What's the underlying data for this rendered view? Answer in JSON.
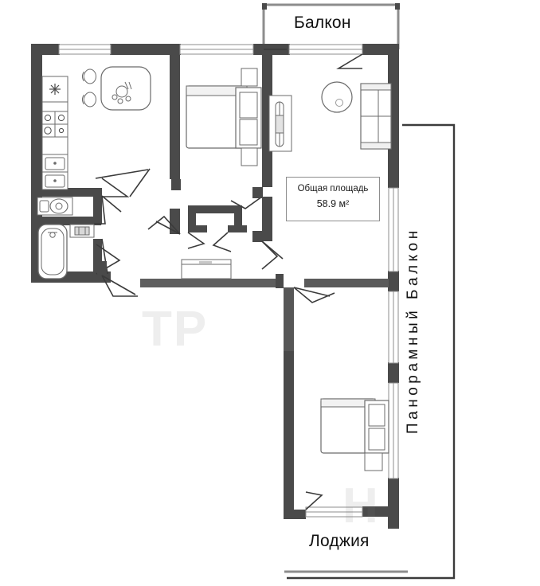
{
  "plan": {
    "type": "apartment-floor-plan",
    "total_area_caption": "Общая площадь",
    "total_area_value": "58.9 м²",
    "labels": {
      "balcony_top": "Балкон",
      "panoramic_balcony": "Панорамный  Балкон",
      "loggia": "Лоджия"
    },
    "watermark": {
      "text_1": "ТР",
      "text_2": "Н"
    },
    "colors": {
      "wall": "#4a4a4a",
      "wall_light": "#6f6f6f",
      "outline": "#8d8d8d",
      "furniture_stroke": "#6b6b6b",
      "furniture_fill": "#ffffff",
      "background": "#ffffff",
      "text": "#111111"
    },
    "rooms": [
      {
        "name": "kitchen",
        "label": "",
        "fixtures": [
          "refrigerator",
          "counter",
          "stove-4-burner",
          "counter",
          "sink",
          "sink",
          "dining-table",
          "chair",
          "chair"
        ]
      },
      {
        "name": "bedroom-main",
        "label": "",
        "fixtures": [
          "double-bed",
          "nightstand",
          "nightstand",
          "wardrobe",
          "radiator"
        ]
      },
      {
        "name": "living-room",
        "label": "",
        "fixtures": [
          "round-table",
          "sofa"
        ]
      },
      {
        "name": "toilet",
        "label": "",
        "fixtures": [
          "toilet"
        ]
      },
      {
        "name": "bathroom",
        "label": "",
        "fixtures": [
          "bathtub",
          "washbasin"
        ]
      },
      {
        "name": "hallway",
        "label": "",
        "fixtures": [
          "closet",
          "wardrobe-niche"
        ]
      },
      {
        "name": "bedroom-second",
        "label": "",
        "fixtures": [
          "double-bed",
          "nightstand",
          "nightstand"
        ]
      },
      {
        "name": "balcony-top",
        "label": "Балкон",
        "fixtures": []
      },
      {
        "name": "panoramic-balcony",
        "label": "Панорамный  Балкон",
        "fixtures": []
      },
      {
        "name": "loggia",
        "label": "Лоджия",
        "fixtures": []
      }
    ]
  }
}
